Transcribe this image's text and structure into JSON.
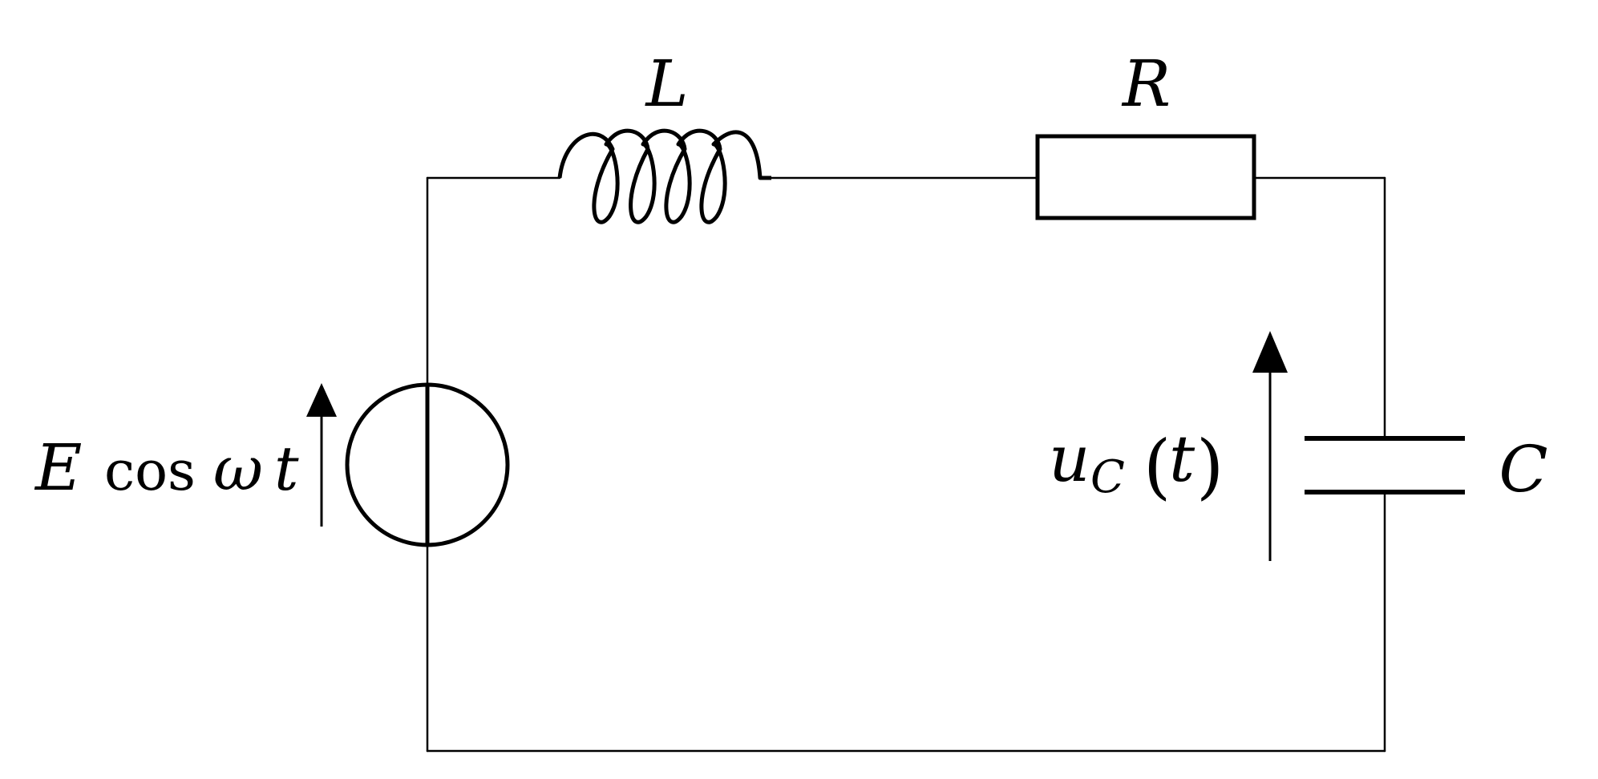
{
  "labels": {
    "inductor": "L",
    "resistor": "R",
    "capacitor": "C",
    "source": {
      "amplitude": "E",
      "func": "cos",
      "omega": "ω",
      "t": "t"
    },
    "capacitor_voltage": {
      "symbol": "u",
      "subscript": "C",
      "open_paren": "(",
      "arg": "t",
      "close_paren": ")"
    }
  }
}
